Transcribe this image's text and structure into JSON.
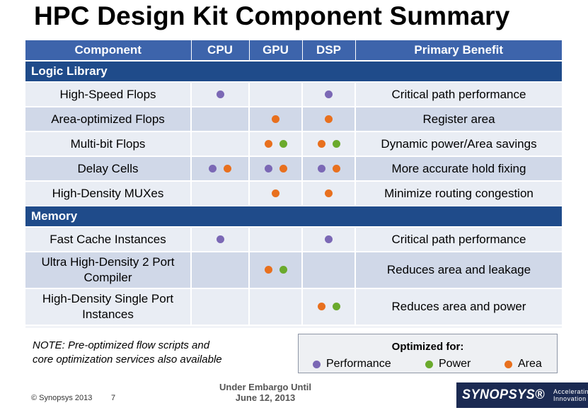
{
  "title": "HPC Design Kit Component Summary",
  "colors": {
    "header_bg": "#3d64ab",
    "section_bg": "#1f4b8a",
    "row_light": "#e9edf4",
    "row_dark": "#d0d8e8",
    "performance": "#7b68b5",
    "power": "#6aaa2c",
    "area": "#e8701e"
  },
  "table": {
    "headers": {
      "component": "Component",
      "cpu": "CPU",
      "gpu": "GPU",
      "dsp": "DSP",
      "benefit": "Primary Benefit"
    },
    "sections": [
      {
        "name": "Logic Library",
        "rows": [
          {
            "component": "High-Speed Flops",
            "cpu": [
              "performance"
            ],
            "gpu": [],
            "dsp": [
              "performance"
            ],
            "benefit": "Critical path performance"
          },
          {
            "component": "Area-optimized Flops",
            "cpu": [],
            "gpu": [
              "area"
            ],
            "dsp": [
              "area"
            ],
            "benefit": "Register area"
          },
          {
            "component": "Multi-bit Flops",
            "cpu": [],
            "gpu": [
              "area",
              "power"
            ],
            "dsp": [
              "area",
              "power"
            ],
            "benefit": "Dynamic power/Area savings"
          },
          {
            "component": "Delay Cells",
            "cpu": [
              "performance",
              "area"
            ],
            "gpu": [
              "performance",
              "area"
            ],
            "dsp": [
              "performance",
              "area"
            ],
            "benefit": "More accurate hold fixing"
          },
          {
            "component": "High-Density MUXes",
            "cpu": [],
            "gpu": [
              "area"
            ],
            "dsp": [
              "area"
            ],
            "benefit": "Minimize routing congestion"
          }
        ]
      },
      {
        "name": "Memory",
        "rows": [
          {
            "component": "Fast Cache Instances",
            "cpu": [
              "performance"
            ],
            "gpu": [],
            "dsp": [
              "performance"
            ],
            "benefit": "Critical path performance"
          },
          {
            "component": "Ultra High-Density 2 Port Compiler",
            "cpu": [],
            "gpu": [
              "area",
              "power"
            ],
            "dsp": [],
            "benefit": "Reduces area and leakage"
          },
          {
            "component": "High-Density Single Port Instances",
            "cpu": [],
            "gpu": [],
            "dsp": [
              "area",
              "power"
            ],
            "benefit": "Reduces area and power"
          }
        ]
      }
    ]
  },
  "note": {
    "line1": "NOTE:  Pre-optimized flow scripts and",
    "line2": "core optimization services also available"
  },
  "legend": {
    "title": "Optimized for:",
    "performance": "Performance",
    "power": "Power",
    "area": "Area"
  },
  "footer": {
    "copyright": "© Synopsys 2013",
    "page": "7",
    "embargo_line1": "Under Embargo Until",
    "embargo_line2": "June 12, 2013",
    "logo_word": "SYNOPSYS®",
    "logo_tag_line1": "Accelerating",
    "logo_tag_line2": "Innovation"
  }
}
